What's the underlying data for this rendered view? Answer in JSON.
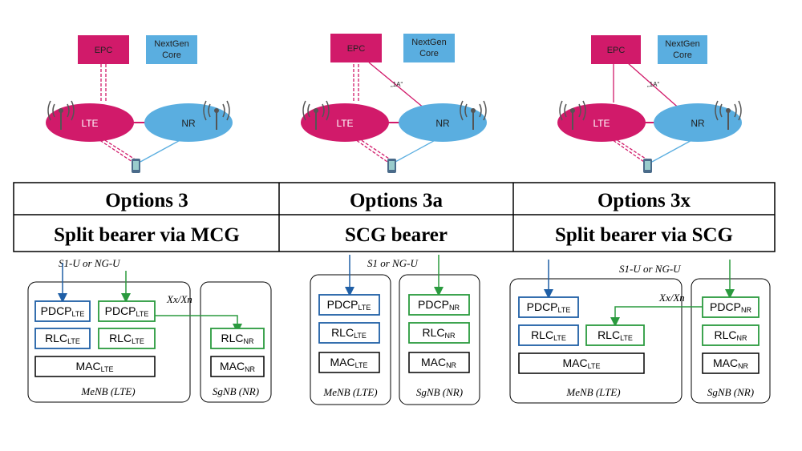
{
  "colors": {
    "magenta": "#d11a6a",
    "cyan": "#5aaee0",
    "blue": "#1f5fa6",
    "green": "#2a9a3e",
    "black": "#000000"
  },
  "core": {
    "epc": "EPC",
    "nextgen_line1": "NextGen",
    "nextgen_line2": "Core",
    "lte": "LTE",
    "nr": "NR",
    "link_1a": "„1A“"
  },
  "table": {
    "titles": [
      "Options 3",
      "Options 3a",
      "Options 3x"
    ],
    "subtitles": [
      "Split bearer via MCG",
      "SCG bearer",
      "Split bearer via SCG"
    ]
  },
  "blocks": {
    "pdcp": "PDCP",
    "rlc": "RLC",
    "mac": "MAC",
    "sub_lte": "LTE",
    "sub_nr": "NR"
  },
  "labels": {
    "s1u_ngu": "S1-U or  NG-U",
    "s1_ngu": "S1 or NG-U",
    "s1u_ngu_3x": "S1-U or NG-U",
    "xx_xn": "Xx/Xn",
    "menb": "MeNB (LTE)",
    "sgnb": "SgNB (NR)"
  }
}
